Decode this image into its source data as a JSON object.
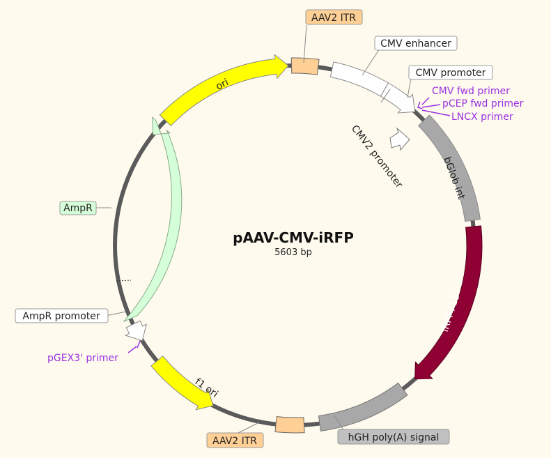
{
  "plasmid": {
    "name": "pAAV-CMV-iRFP",
    "size_label": "5603 bp"
  },
  "colors": {
    "backbone": "#5a5a5a",
    "itr": "#ffd095",
    "cmv": "#ffffff",
    "gray_feature": "#a8a8a8",
    "irfp": "#8f0033",
    "yellow": "#ffff00",
    "ampr": "#d5ffd8",
    "primer": "#9b30e0"
  },
  "features": {
    "itr_top": "AAV2 ITR",
    "cmv_enhancer": "CMV enhancer",
    "cmv_promoter": "CMV promoter",
    "cmv2_promoter": "CMV2 promoter",
    "bglob_int": "bGlob int",
    "irfp713": "iRFP713",
    "hgh_polya": "hGH poly(A) signal",
    "itr_bottom": "AAV2 ITR",
    "f1_ori": "f1 ori",
    "ampr_promoter": "AmpR promoter",
    "ampr": "AmpR",
    "ori": "ori"
  },
  "primers": {
    "cmv_fwd": "CMV fwd primer",
    "pcep_fwd": "pCEP fwd primer",
    "lncx": "LNCX primer",
    "pgex3": "pGEX3' primer"
  }
}
